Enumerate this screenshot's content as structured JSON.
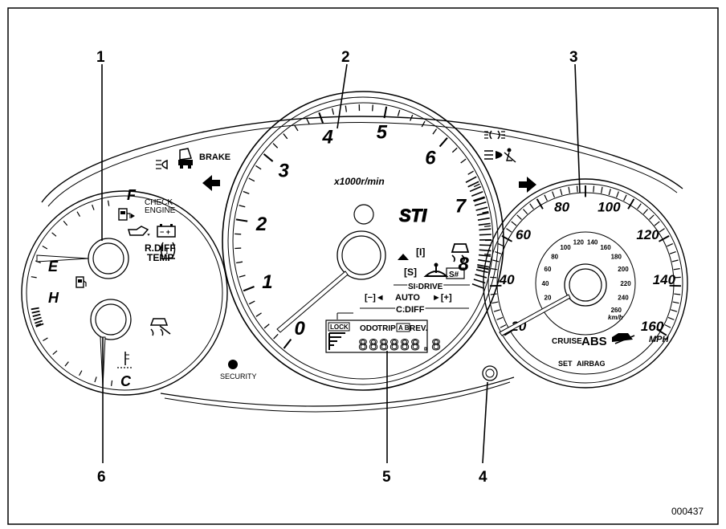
{
  "figure_id": "000437",
  "callouts": [
    "1",
    "2",
    "3",
    "4",
    "5",
    "6"
  ],
  "tachometer": {
    "numbers": [
      "0",
      "1",
      "2",
      "3",
      "4",
      "5",
      "6",
      "7",
      "8"
    ],
    "unit": "x1000r/min",
    "logo": "STI"
  },
  "speedometer": {
    "mph_numbers": [
      "20",
      "40",
      "60",
      "80",
      "100",
      "120",
      "140",
      "160"
    ],
    "kmh_numbers": [
      "20",
      "40",
      "60",
      "80",
      "100",
      "120",
      "140",
      "160",
      "180",
      "200",
      "220",
      "240",
      "260"
    ],
    "mph_unit": "MPH",
    "kmh_unit": "km/h"
  },
  "left_gauges": {
    "fuel_full": "F",
    "fuel_empty": "E",
    "temp_hot": "H",
    "temp_cold": "C"
  },
  "warning_labels": {
    "brake": "BRAKE",
    "check_engine_1": "CHECK",
    "check_engine_2": "ENGINE",
    "rdiff_1": "R.DIFF",
    "rdiff_2": "TEMP",
    "security": "SECURITY",
    "cruise": "CRUISE",
    "abs": "ABS",
    "set": "SET",
    "airbag": "AIRBAG"
  },
  "si_drive": {
    "label": "SI-DRIVE",
    "mode_s": "[S]",
    "mode_i": "[I]",
    "mode_s_sharp": "S#"
  },
  "c_diff": {
    "auto": "AUTO",
    "label": "C.DIFF",
    "minus": "[−]◄",
    "plus": "►[+]"
  },
  "lcd": {
    "lock": "LOCK",
    "odo": "ODO",
    "trip": "TRIP",
    "ab": "A B",
    "rev": "REV.",
    "digits": "888888.8"
  },
  "icons": [
    "fog-light-icon",
    "door-open-icon",
    "turn-left-arrow-icon",
    "turn-right-arrow-icon",
    "high-beam-icon",
    "seatbelt-icon",
    "position-light-icon",
    "fuel-pump-icon",
    "oil-pressure-icon",
    "battery-icon",
    "tpms-icon",
    "fuel-cap-icon",
    "vdc-off-icon",
    "coolant-temp-icon",
    "vdc-icon",
    "hill-icon",
    "upshift-icon",
    "cruise-car-icon"
  ]
}
